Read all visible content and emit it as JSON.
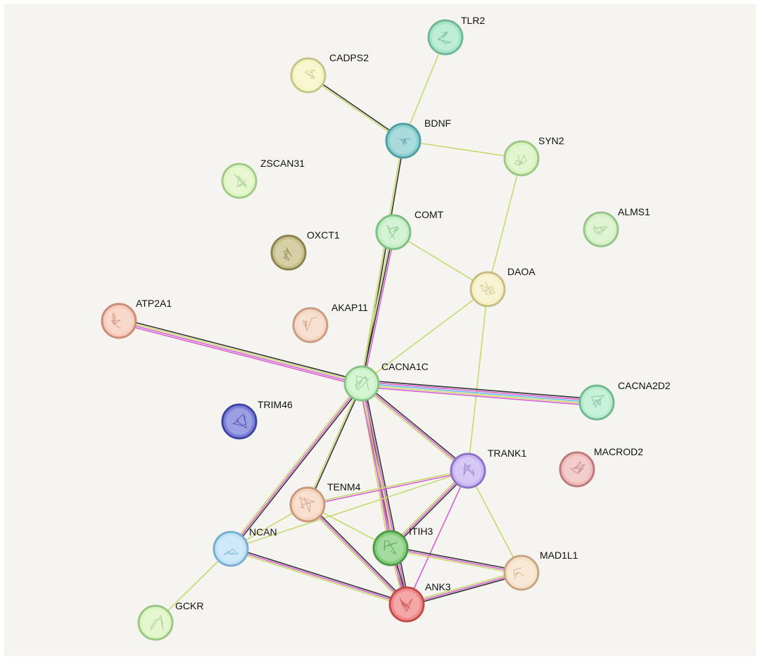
{
  "network": {
    "nodes": [
      {
        "id": "TLR2",
        "label": "TLR2",
        "color": "#a8e6c8",
        "stroke": "#6fb896",
        "icon": "protein-structure-icon"
      },
      {
        "id": "CADPS2",
        "label": "CADPS2",
        "color": "#f4f5c2",
        "stroke": "#c5c78a",
        "icon": "protein-structure-icon"
      },
      {
        "id": "BDNF",
        "label": "BDNF",
        "color": "#8ecfd1",
        "stroke": "#4f9ea3",
        "icon": "protein-structure-icon"
      },
      {
        "id": "SYN2",
        "label": "SYN2",
        "color": "#d9f2bf",
        "stroke": "#9ec787",
        "icon": "protein-structure-icon"
      },
      {
        "id": "ZSCAN31",
        "label": "ZSCAN31",
        "color": "#dff5c2",
        "stroke": "#a3c98b",
        "icon": "protein-structure-icon"
      },
      {
        "id": "ALMS1",
        "label": "ALMS1",
        "color": "#d4f0c4",
        "stroke": "#96c48a",
        "icon": "protein-structure-icon"
      },
      {
        "id": "COMT",
        "label": "COMT",
        "color": "#c4efc6",
        "stroke": "#7fbf85",
        "icon": "protein-structure-icon"
      },
      {
        "id": "OXCT1",
        "label": "OXCT1",
        "color": "#c9c08a",
        "stroke": "#8a8250",
        "icon": "protein-structure-icon"
      },
      {
        "id": "DAOA",
        "label": "DAOA",
        "color": "#f6f0c4",
        "stroke": "#c6bd84",
        "icon": "protein-structure-icon"
      },
      {
        "id": "ATP2A1",
        "label": "ATP2A1",
        "color": "#f6cbb9",
        "stroke": "#c98d78",
        "icon": "protein-structure-icon"
      },
      {
        "id": "AKAP11",
        "label": "AKAP11",
        "color": "#f6d6c2",
        "stroke": "#c89d84",
        "icon": "protein-structure-icon"
      },
      {
        "id": "CACNA1C",
        "label": "CACNA1C",
        "color": "#c8f2c6",
        "stroke": "#86c384",
        "icon": "protein-structure-icon"
      },
      {
        "id": "CACNA2D2",
        "label": "CACNA2D2",
        "color": "#b6ecd0",
        "stroke": "#74b892",
        "icon": "protein-structure-icon"
      },
      {
        "id": "TRIM46",
        "label": "TRIM46",
        "color": "#7b80d8",
        "stroke": "#3f45a6",
        "icon": "protein-structure-icon"
      },
      {
        "id": "TRANK1",
        "label": "TRANK1",
        "color": "#c9b6f2",
        "stroke": "#8c73c8",
        "icon": "protein-structure-icon"
      },
      {
        "id": "MACROD2",
        "label": "MACROD2",
        "color": "#efbcbc",
        "stroke": "#bf7b7b",
        "icon": "protein-structure-icon"
      },
      {
        "id": "TENM4",
        "label": "TENM4",
        "color": "#f6d5bf",
        "stroke": "#c69a7f",
        "icon": "protein-structure-icon"
      },
      {
        "id": "NCAN",
        "label": "NCAN",
        "color": "#bfe2f7",
        "stroke": "#7aaed0",
        "icon": "protein-structure-icon"
      },
      {
        "id": "ITIH3",
        "label": "ITIH3",
        "color": "#86cf7f",
        "stroke": "#4e9a48",
        "icon": "protein-structure-icon"
      },
      {
        "id": "MAD1L1",
        "label": "MAD1L1",
        "color": "#f7e0c8",
        "stroke": "#c8a583",
        "icon": "protein-structure-icon"
      },
      {
        "id": "ANK3",
        "label": "ANK3",
        "color": "#f08a8a",
        "stroke": "#c24a4a",
        "icon": "protein-structure-icon"
      },
      {
        "id": "GCKR",
        "label": "GCKR",
        "color": "#dcf5c2",
        "stroke": "#9dc588",
        "icon": "protein-structure-icon"
      }
    ],
    "edges": [
      {
        "source": "CADPS2",
        "target": "BDNF",
        "colors": [
          "#333333",
          "#c8d86e"
        ]
      },
      {
        "source": "TLR2",
        "target": "BDNF",
        "colors": [
          "#c8d86e"
        ]
      },
      {
        "source": "BDNF",
        "target": "SYN2",
        "colors": [
          "#c8d86e"
        ]
      },
      {
        "source": "BDNF",
        "target": "CACNA1C",
        "colors": [
          "#333333",
          "#c8d86e"
        ]
      },
      {
        "source": "SYN2",
        "target": "DAOA",
        "colors": [
          "#c8d86e"
        ]
      },
      {
        "source": "COMT",
        "target": "DAOA",
        "colors": [
          "#c8d86e"
        ]
      },
      {
        "source": "COMT",
        "target": "CACNA1C",
        "colors": [
          "#d85fd0",
          "#333333",
          "#c8d86e"
        ]
      },
      {
        "source": "DAOA",
        "target": "CACNA1C",
        "colors": [
          "#c8d86e"
        ]
      },
      {
        "source": "DAOA",
        "target": "TRANK1",
        "colors": [
          "#c8d86e"
        ]
      },
      {
        "source": "ATP2A1",
        "target": "CACNA1C",
        "colors": [
          "#333333",
          "#c8d86e",
          "#d85fd0",
          "#d85fd0"
        ]
      },
      {
        "source": "CACNA1C",
        "target": "CACNA2D2",
        "colors": [
          "#333333",
          "#d85fd0",
          "#6ab4f0",
          "#c8d86e",
          "#d85fd0"
        ]
      },
      {
        "source": "CACNA1C",
        "target": "TRANK1",
        "colors": [
          "#333333",
          "#d85fd0",
          "#c8d86e"
        ]
      },
      {
        "source": "CACNA1C",
        "target": "TENM4",
        "colors": [
          "#333333",
          "#c8d86e"
        ]
      },
      {
        "source": "CACNA1C",
        "target": "NCAN",
        "colors": [
          "#333333",
          "#d85fd0",
          "#c8d86e"
        ]
      },
      {
        "source": "CACNA1C",
        "target": "ITIH3",
        "colors": [
          "#333333",
          "#d85fd0",
          "#c8d86e"
        ]
      },
      {
        "source": "CACNA1C",
        "target": "ANK3",
        "colors": [
          "#333333",
          "#d85fd0",
          "#c8d86e",
          "#d85fd0"
        ]
      },
      {
        "source": "TRANK1",
        "target": "TENM4",
        "colors": [
          "#d85fd0",
          "#c8d86e"
        ]
      },
      {
        "source": "TRANK1",
        "target": "NCAN",
        "colors": [
          "#c8d86e"
        ]
      },
      {
        "source": "TRANK1",
        "target": "ITIH3",
        "colors": [
          "#333333",
          "#d85fd0",
          "#c8d86e"
        ]
      },
      {
        "source": "TRANK1",
        "target": "ANK3",
        "colors": [
          "#d85fd0"
        ]
      },
      {
        "source": "TRANK1",
        "target": "MAD1L1",
        "colors": [
          "#c8d86e"
        ]
      },
      {
        "source": "TENM4",
        "target": "ITIH3",
        "colors": [
          "#c8d86e"
        ]
      },
      {
        "source": "TENM4",
        "target": "ANK3",
        "colors": [
          "#333333",
          "#d85fd0",
          "#c8d86e"
        ]
      },
      {
        "source": "NCAN",
        "target": "TENM4",
        "colors": [
          "#c8d86e"
        ]
      },
      {
        "source": "NCAN",
        "target": "ANK3",
        "colors": [
          "#333333",
          "#d85fd0",
          "#c8d86e"
        ]
      },
      {
        "source": "NCAN",
        "target": "GCKR",
        "colors": [
          "#c8d86e"
        ]
      },
      {
        "source": "ITIH3",
        "target": "ANK3",
        "colors": [
          "#333333",
          "#d85fd0",
          "#c8d86e"
        ]
      },
      {
        "source": "ITIH3",
        "target": "MAD1L1",
        "colors": [
          "#333333",
          "#d85fd0",
          "#c8d86e"
        ]
      },
      {
        "source": "MAD1L1",
        "target": "ANK3",
        "colors": [
          "#333333",
          "#d85fd0",
          "#c8d86e"
        ]
      }
    ]
  }
}
